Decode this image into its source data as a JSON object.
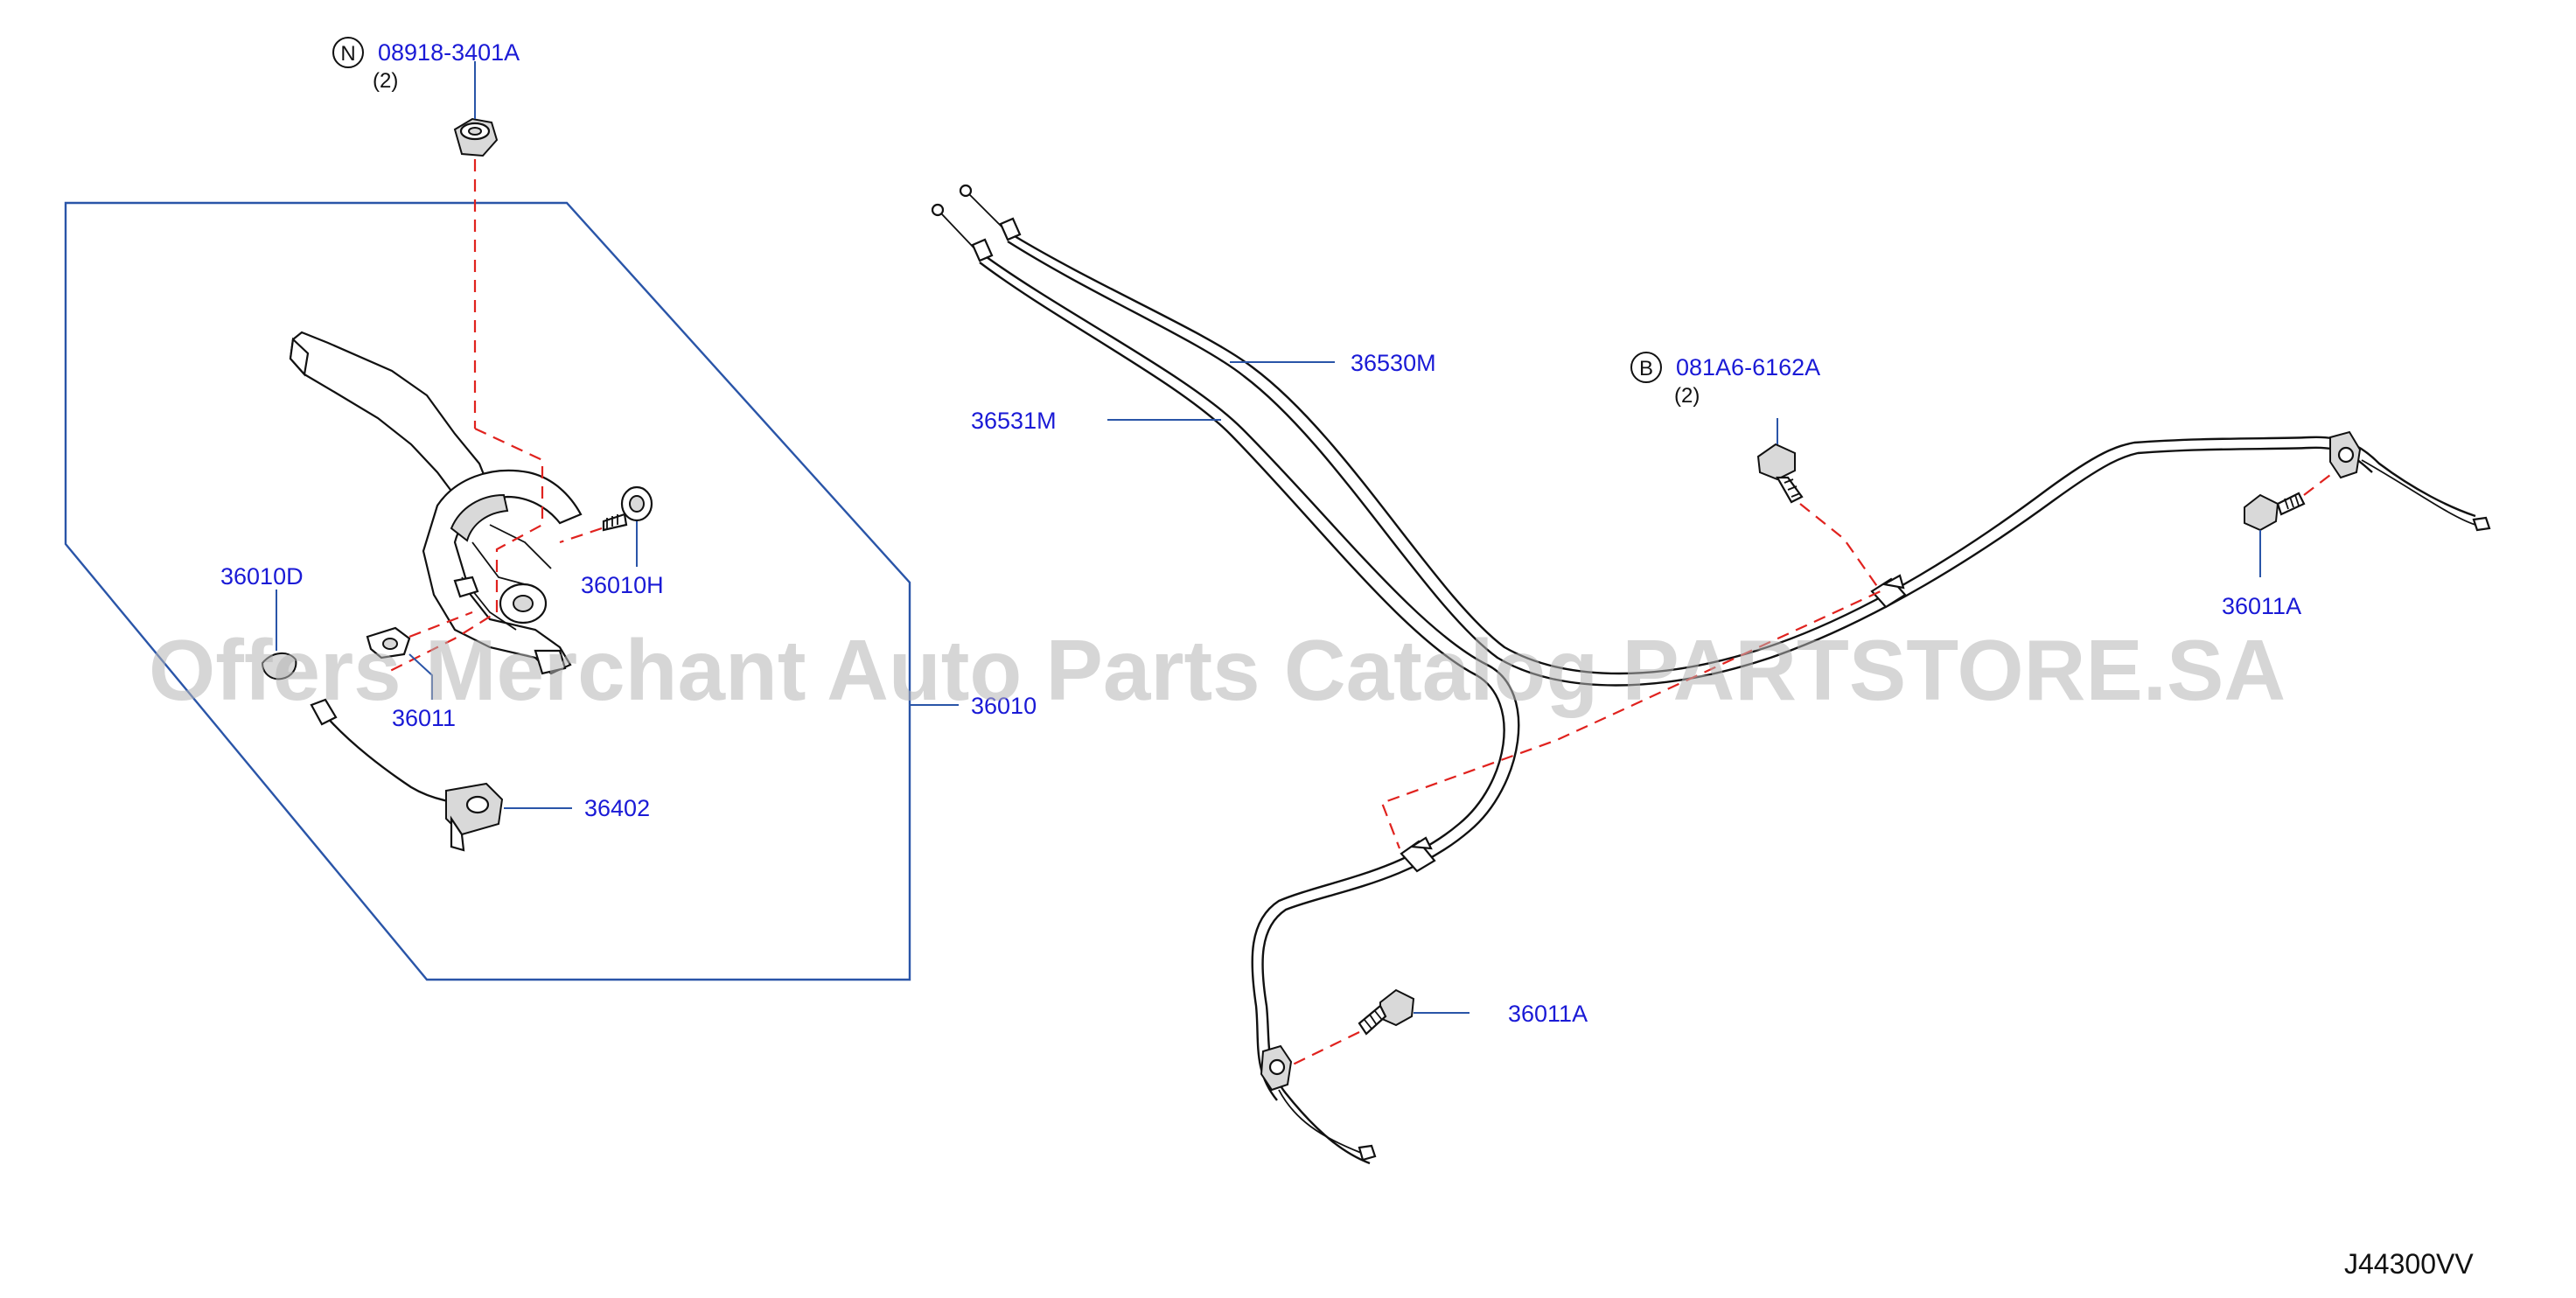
{
  "diagram": {
    "figure_code": "J44300VV",
    "watermark": "Offers Merchant Auto Parts Catalog PARTSTORE.SA",
    "callouts": {
      "nut": {
        "part_no": "08918-3401A",
        "badge": "N",
        "qty": "(2)"
      },
      "bolt_b": {
        "part_no": "081A6-6162A",
        "badge": "B",
        "qty": "(2)"
      },
      "lever_assy": "36010",
      "lever_grip": "36010D",
      "lever_pin": "36010H",
      "bracket": "36011",
      "bolt_right": "36011A",
      "bolt_lower": "36011A",
      "switch": "36402",
      "cable_right": "36530M",
      "cable_left": "36531M"
    }
  }
}
